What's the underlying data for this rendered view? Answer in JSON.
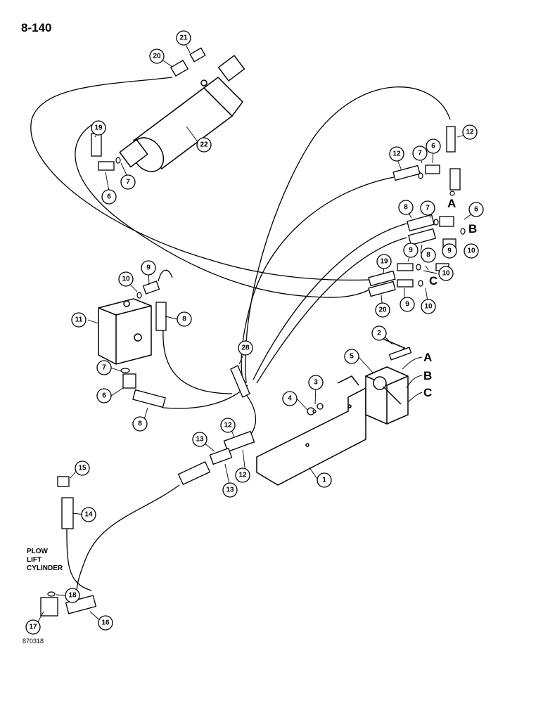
{
  "page": {
    "number": "8-140",
    "figure_code": "870318"
  },
  "labels": {
    "plow_lift_cylinder": [
      "PLOW",
      "LIFT",
      "CYLINDER"
    ]
  },
  "port_letters": {
    "a": "A",
    "b": "B",
    "c": "C"
  },
  "callouts": [
    "1",
    "2",
    "3",
    "4",
    "5",
    "6",
    "7",
    "8",
    "9",
    "10",
    "11",
    "12",
    "13",
    "14",
    "15",
    "16",
    "17",
    "18",
    "19",
    "20",
    "21",
    "22",
    "28"
  ],
  "colors": {
    "ink": "#000000",
    "paper": "#ffffff"
  }
}
